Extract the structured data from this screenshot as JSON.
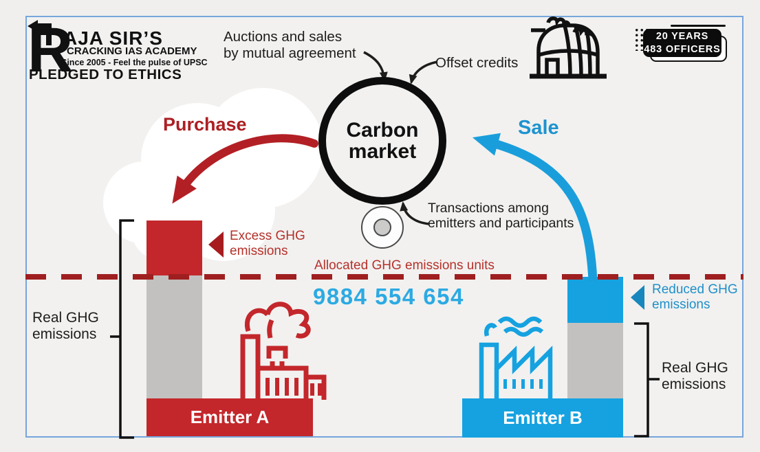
{
  "logo": {
    "r": "R",
    "brand": "AJA SIR’S",
    "tagline1": "CRACKING IAS ACADEMY",
    "tagline2": "Since 2005 - Feel the pulse of UPSC",
    "pledge": "PLEDGED TO ETHICS"
  },
  "badge": {
    "years": "20 YEARS",
    "officers": "483 OFFICERS"
  },
  "market": {
    "title": "Carbon\nmarket"
  },
  "flows": {
    "purchase": "Purchase",
    "sale": "Sale",
    "auctions": "Auctions and sales\nby mutual agreement",
    "offset": "Offset credits",
    "transactions": "Transactions among\nemitters and participants"
  },
  "allocation": {
    "line_label": "Allocated GHG emissions units",
    "phone": "9884 554 654"
  },
  "emitter_a": {
    "name": "Emitter A",
    "excess_label": "Excess GHG\nemissions",
    "real_label": "Real GHG\nemissions"
  },
  "emitter_b": {
    "name": "Emitter B",
    "reduced_label": "Reduced GHG\nemissions",
    "real_label": "Real GHG\nemissions"
  },
  "colors": {
    "red_bar": "#c3272b",
    "red_dark": "#a61c1f",
    "red_text": "#b5312a",
    "blue_bar": "#16a2e0",
    "blue_text": "#1e8fc9",
    "gray_bar": "#c2c1c0",
    "frame_border": "#76a5dc",
    "background": "#f2f1f0",
    "black": "#111111"
  }
}
